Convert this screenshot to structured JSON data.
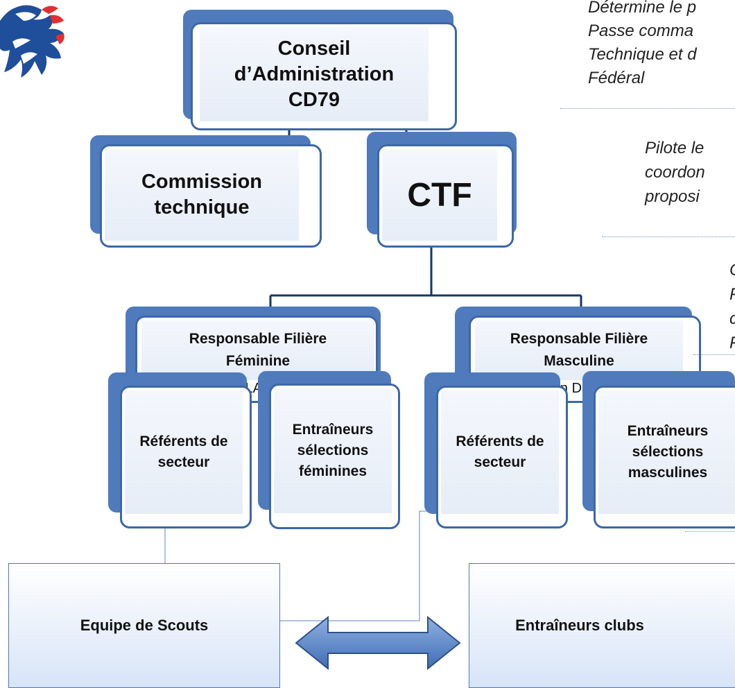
{
  "nodes": {
    "conseil": "Conseil d’Administration CD79",
    "commission": "Commission technique",
    "ctf": "CTF",
    "resp_fem_title": "Responsable Filière Féminine",
    "resp_fem_name": "Emilien LARRIERE",
    "resp_masc_title": "Responsable Filière Masculine",
    "resp_masc_name": "Fabien DURAND",
    "ref_sect_fem": "Référents de secteur",
    "entr_fem": "Entraîneurs sélections féminines",
    "ref_sect_masc": "Référents de secteur",
    "entr_masc": "Entraîneurs sélections masculines",
    "scouts": "Equipe de Scouts",
    "clubs": "Entraîneurs clubs"
  },
  "side_notes": {
    "note1": [
      "Détermine le p",
      "Passe comma",
      "Technique et d",
      "Fédéral"
    ],
    "note2": [
      "Pilote le",
      "coordon",
      "proposi"
    ],
    "note3": [
      "C",
      "F",
      "c",
      "F"
    ]
  },
  "colors": {
    "accent": "#3d67a8",
    "shadow": "#4f7bbd",
    "connector": "#17375e",
    "logo_blue": "#1f4e9b",
    "logo_red": "#e32f2f"
  }
}
